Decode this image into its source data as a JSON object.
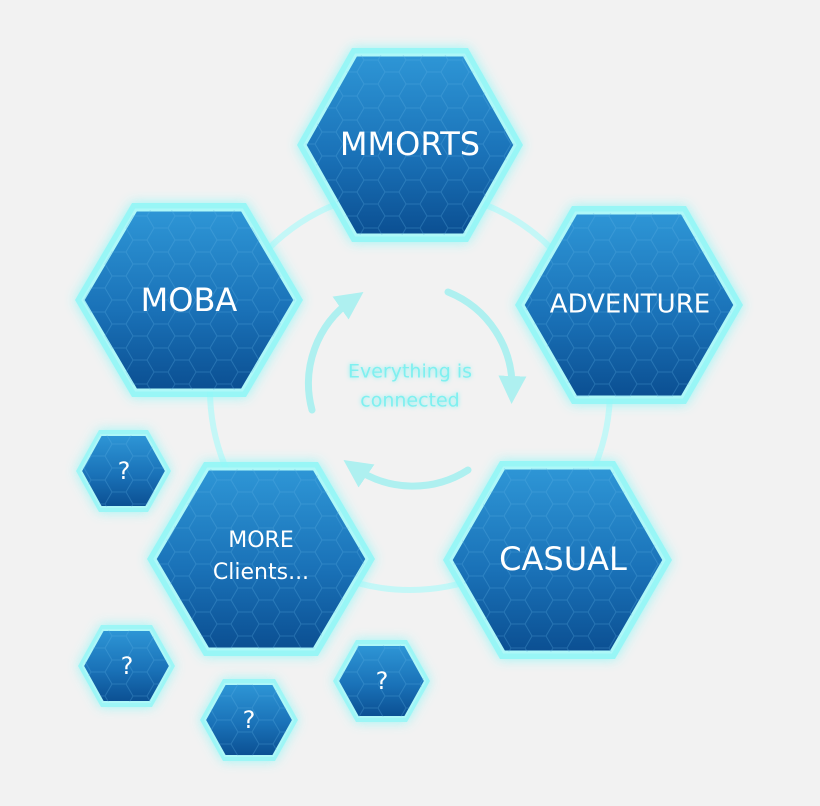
{
  "diagram": {
    "center_lines": [
      "Everything is",
      "connected"
    ],
    "hexagons": {
      "mmorts": "MMORTS",
      "moba": "MOBA",
      "adventure": "ADVENTURE",
      "casual": "CASUAL",
      "more_clients": [
        "MORE",
        "Clients..."
      ],
      "unknown_1": "?",
      "unknown_2": "?",
      "unknown_3": "?",
      "unknown_4": "?"
    },
    "colors": {
      "background": "#f2f2f2",
      "hex_top": "#2b8fd0",
      "hex_bottom": "#0d5a9e",
      "glow": "#7ff4f4",
      "ring": "#bff6f6",
      "arrow": "#aef0f0",
      "center_text": "#7ff0f0"
    }
  }
}
